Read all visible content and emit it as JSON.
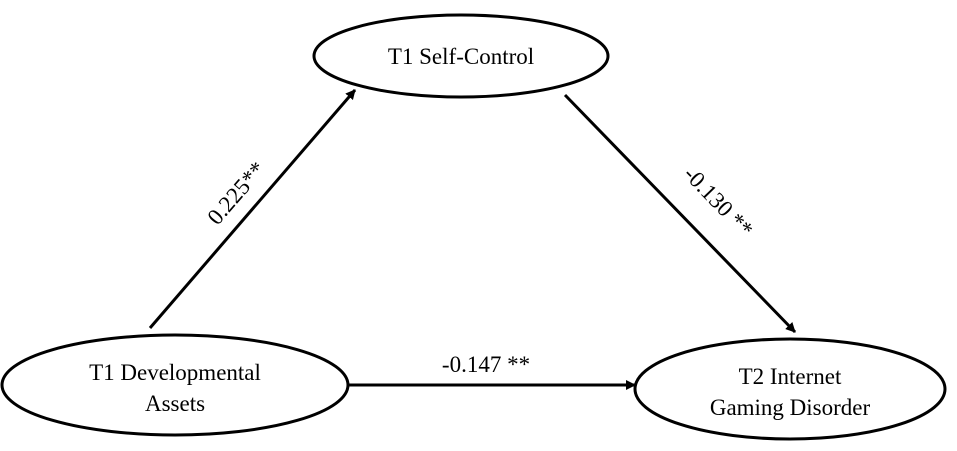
{
  "nodes": {
    "self_control": {
      "lines": [
        "T1 Self-Control"
      ]
    },
    "developmental_assets": {
      "lines": [
        "T1 Developmental",
        "Assets"
      ]
    },
    "internet_gaming_disorder": {
      "lines": [
        "T2 Internet",
        "Gaming Disorder"
      ]
    }
  },
  "edges": {
    "assets_to_self_control": {
      "label": "0.225**"
    },
    "self_control_to_gaming": {
      "label": "-0.130 **"
    },
    "assets_to_gaming": {
      "label": "-0.147 **"
    }
  },
  "colors": {
    "stroke": "#000000",
    "background": "#ffffff"
  }
}
